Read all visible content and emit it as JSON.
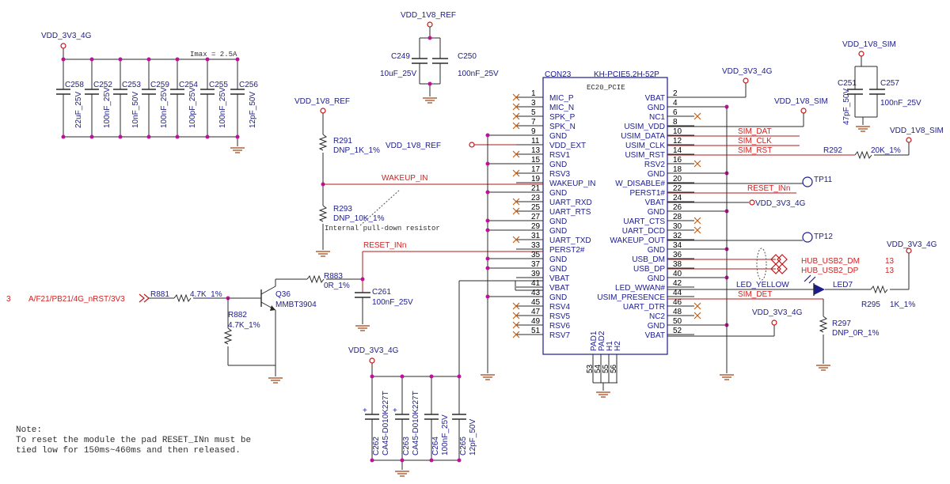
{
  "nets": {
    "vdd_3v3_4g": "VDD_3V3_4G",
    "vdd_1v8_ref": "VDD_1V8_REF",
    "vdd_1v8_sim": "VDD_1V8_SIM",
    "wakeup_in": "WAKEUP_IN",
    "reset_inn": "RESET_INn",
    "sim_dat": "SIM_DAT",
    "sim_clk": "SIM_CLK",
    "sim_rst": "SIM_RST",
    "sim_det": "SIM_DET",
    "hub_usb2_dm": "HUB_USB2_DM",
    "hub_usb2_dp": "HUB_USB2_DP",
    "usb_sheet_ref": "13",
    "in_sheet": "3",
    "in_net": "A/F21/PB21/4G_nRST/3V3"
  },
  "imax": "Imax = 2.5A",
  "caps_4g": [
    {
      "ref": "C258",
      "value": "22uF_25V"
    },
    {
      "ref": "C252",
      "value": "100nF_25V"
    },
    {
      "ref": "C253",
      "value": "10nF_50V"
    },
    {
      "ref": "C259",
      "value": "100nF_25V"
    },
    {
      "ref": "C254",
      "value": "100pF_25V"
    },
    {
      "ref": "C255",
      "value": "100nF_25V"
    },
    {
      "ref": "C256",
      "value": "12pF_50V"
    }
  ],
  "ref_caps": [
    {
      "ref": "C249",
      "value": "10uF_25V"
    },
    {
      "ref": "C250",
      "value": "100nF_25V"
    }
  ],
  "sim_caps": [
    {
      "ref": "C251",
      "value": "47pF_50V"
    },
    {
      "ref": "C257",
      "value": "100nF_25V"
    }
  ],
  "bottom_caps": [
    {
      "ref": "C262",
      "value": "CA45-D010K227T"
    },
    {
      "ref": "C263",
      "value": "CA45-D010K227T"
    },
    {
      "ref": "C264",
      "value": "100nF_25V"
    },
    {
      "ref": "C265",
      "value": "12pF_50V"
    }
  ],
  "resistors": {
    "r291": {
      "ref": "R291",
      "value": "DNP_1K_1%"
    },
    "r293": {
      "ref": "R293",
      "value": "DNP_10K_1%"
    },
    "r881": {
      "ref": "R881",
      "value": "4.7K_1%"
    },
    "r882": {
      "ref": "R882",
      "value": "4.7K_1%"
    },
    "r883": {
      "ref": "R883",
      "value": "0R_1%"
    },
    "r292": {
      "ref": "R292",
      "value": "20K_1%"
    },
    "r295": {
      "ref": "R295",
      "value": "1K_1%"
    },
    "r297": {
      "ref": "R297",
      "value": "DNP_0R_1%"
    }
  },
  "c261": {
    "ref": "C261",
    "value": "100nF_25V"
  },
  "transistor": {
    "ref": "Q36",
    "part": "MMBT3904"
  },
  "led": {
    "ref": "LED7",
    "label": "LED_YELLOW"
  },
  "pulldown_note": "Internal pull-down resistor",
  "testpoints": {
    "tp11": "TP11",
    "tp12": "TP12"
  },
  "connector": {
    "ref": "CON23",
    "part": "KH-PCIE5.2H-52P",
    "inner": "EC20_PCIE",
    "left_pins": [
      {
        "num": "1",
        "name": "MIC_P"
      },
      {
        "num": "3",
        "name": "MIC_N"
      },
      {
        "num": "5",
        "name": "SPK_P"
      },
      {
        "num": "7",
        "name": "SPK_N"
      },
      {
        "num": "9",
        "name": "GND"
      },
      {
        "num": "11",
        "name": "VDD_EXT"
      },
      {
        "num": "13",
        "name": "RSV1"
      },
      {
        "num": "15",
        "name": "GND"
      },
      {
        "num": "17",
        "name": "RSV3"
      },
      {
        "num": "19",
        "name": "WAKEUP_IN"
      },
      {
        "num": "21",
        "name": "GND"
      },
      {
        "num": "23",
        "name": "UART_RXD"
      },
      {
        "num": "25",
        "name": "UART_RTS"
      },
      {
        "num": "27",
        "name": "GND"
      },
      {
        "num": "29",
        "name": "GND"
      },
      {
        "num": "31",
        "name": "UART_TXD"
      },
      {
        "num": "33",
        "name": "PERST2#"
      },
      {
        "num": "35",
        "name": "GND"
      },
      {
        "num": "37",
        "name": "GND"
      },
      {
        "num": "39",
        "name": "VBAT"
      },
      {
        "num": "41",
        "name": "VBAT"
      },
      {
        "num": "43",
        "name": "GND"
      },
      {
        "num": "45",
        "name": "RSV4"
      },
      {
        "num": "47",
        "name": "RSV5"
      },
      {
        "num": "49",
        "name": "RSV6"
      },
      {
        "num": "51",
        "name": "RSV7"
      }
    ],
    "right_pins": [
      {
        "num": "2",
        "name": "VBAT"
      },
      {
        "num": "4",
        "name": "GND"
      },
      {
        "num": "6",
        "name": "NC1"
      },
      {
        "num": "8",
        "name": "USIM_VDD"
      },
      {
        "num": "10",
        "name": "USIM_DATA"
      },
      {
        "num": "12",
        "name": "USIM_CLK"
      },
      {
        "num": "14",
        "name": "USIM_RST"
      },
      {
        "num": "16",
        "name": "RSV2"
      },
      {
        "num": "18",
        "name": "GND"
      },
      {
        "num": "20",
        "name": "W_DISABLE#"
      },
      {
        "num": "22",
        "name": "PERST1#"
      },
      {
        "num": "24",
        "name": "VBAT"
      },
      {
        "num": "26",
        "name": "GND"
      },
      {
        "num": "28",
        "name": "UART_CTS"
      },
      {
        "num": "30",
        "name": "UART_DCD"
      },
      {
        "num": "32",
        "name": "WAKEUP_OUT"
      },
      {
        "num": "34",
        "name": "GND"
      },
      {
        "num": "36",
        "name": "USB_DM"
      },
      {
        "num": "38",
        "name": "USB_DP"
      },
      {
        "num": "40",
        "name": "GND"
      },
      {
        "num": "42",
        "name": "LED_WWAN#"
      },
      {
        "num": "44",
        "name": "USIM_PRESENCE"
      },
      {
        "num": "46",
        "name": "UART_DTR"
      },
      {
        "num": "48",
        "name": "NC2"
      },
      {
        "num": "50",
        "name": "GND"
      },
      {
        "num": "52",
        "name": "VBAT"
      }
    ],
    "bottom_pins": [
      {
        "num": "53",
        "name": "PAD1"
      },
      {
        "num": "54",
        "name": "PAD2"
      },
      {
        "num": "55",
        "name": "H1"
      },
      {
        "num": "56",
        "name": "H2"
      }
    ]
  },
  "note": {
    "title": "Note:",
    "line1": "To reset the module the pad RESET_INn must be",
    "line2": "tied low for 150ms~460ms and then released."
  }
}
